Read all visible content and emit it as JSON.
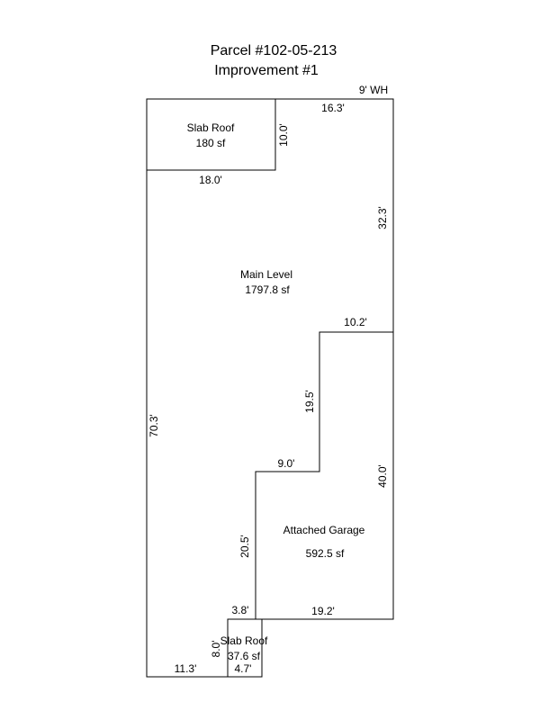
{
  "title": {
    "parcel": "Parcel #102-05-213",
    "improvement": "Improvement #1"
  },
  "areas": {
    "slab_roof_top": {
      "name": "Slab Roof",
      "area": "180 sf"
    },
    "main_level": {
      "name": "Main Level",
      "area": "1797.8 sf"
    },
    "attached_garage": {
      "name": "Attached Garage",
      "area": "592.5 sf"
    },
    "slab_roof_bottom": {
      "name": "Slab Roof",
      "area": "37.6 sf"
    }
  },
  "dimensions": {
    "wh": "9' WH",
    "top_right_width": "16.3'",
    "slab_top_depth": "10.0'",
    "slab_top_width": "18.0'",
    "right_upper": "32.3'",
    "step_upper": "10.2'",
    "step_vertical": "19.5'",
    "step_lower": "9.0'",
    "garage_right": "40.0'",
    "left_side": "70.3'",
    "garage_left": "20.5'",
    "garage_bottom_left": "3.8'",
    "garage_bottom": "19.2'",
    "slab_bottom_depth": "8.0'",
    "slab_bottom_width": "4.7'",
    "bottom_left": "11.3'"
  },
  "colors": {
    "line": "#000000",
    "background": "#ffffff"
  }
}
